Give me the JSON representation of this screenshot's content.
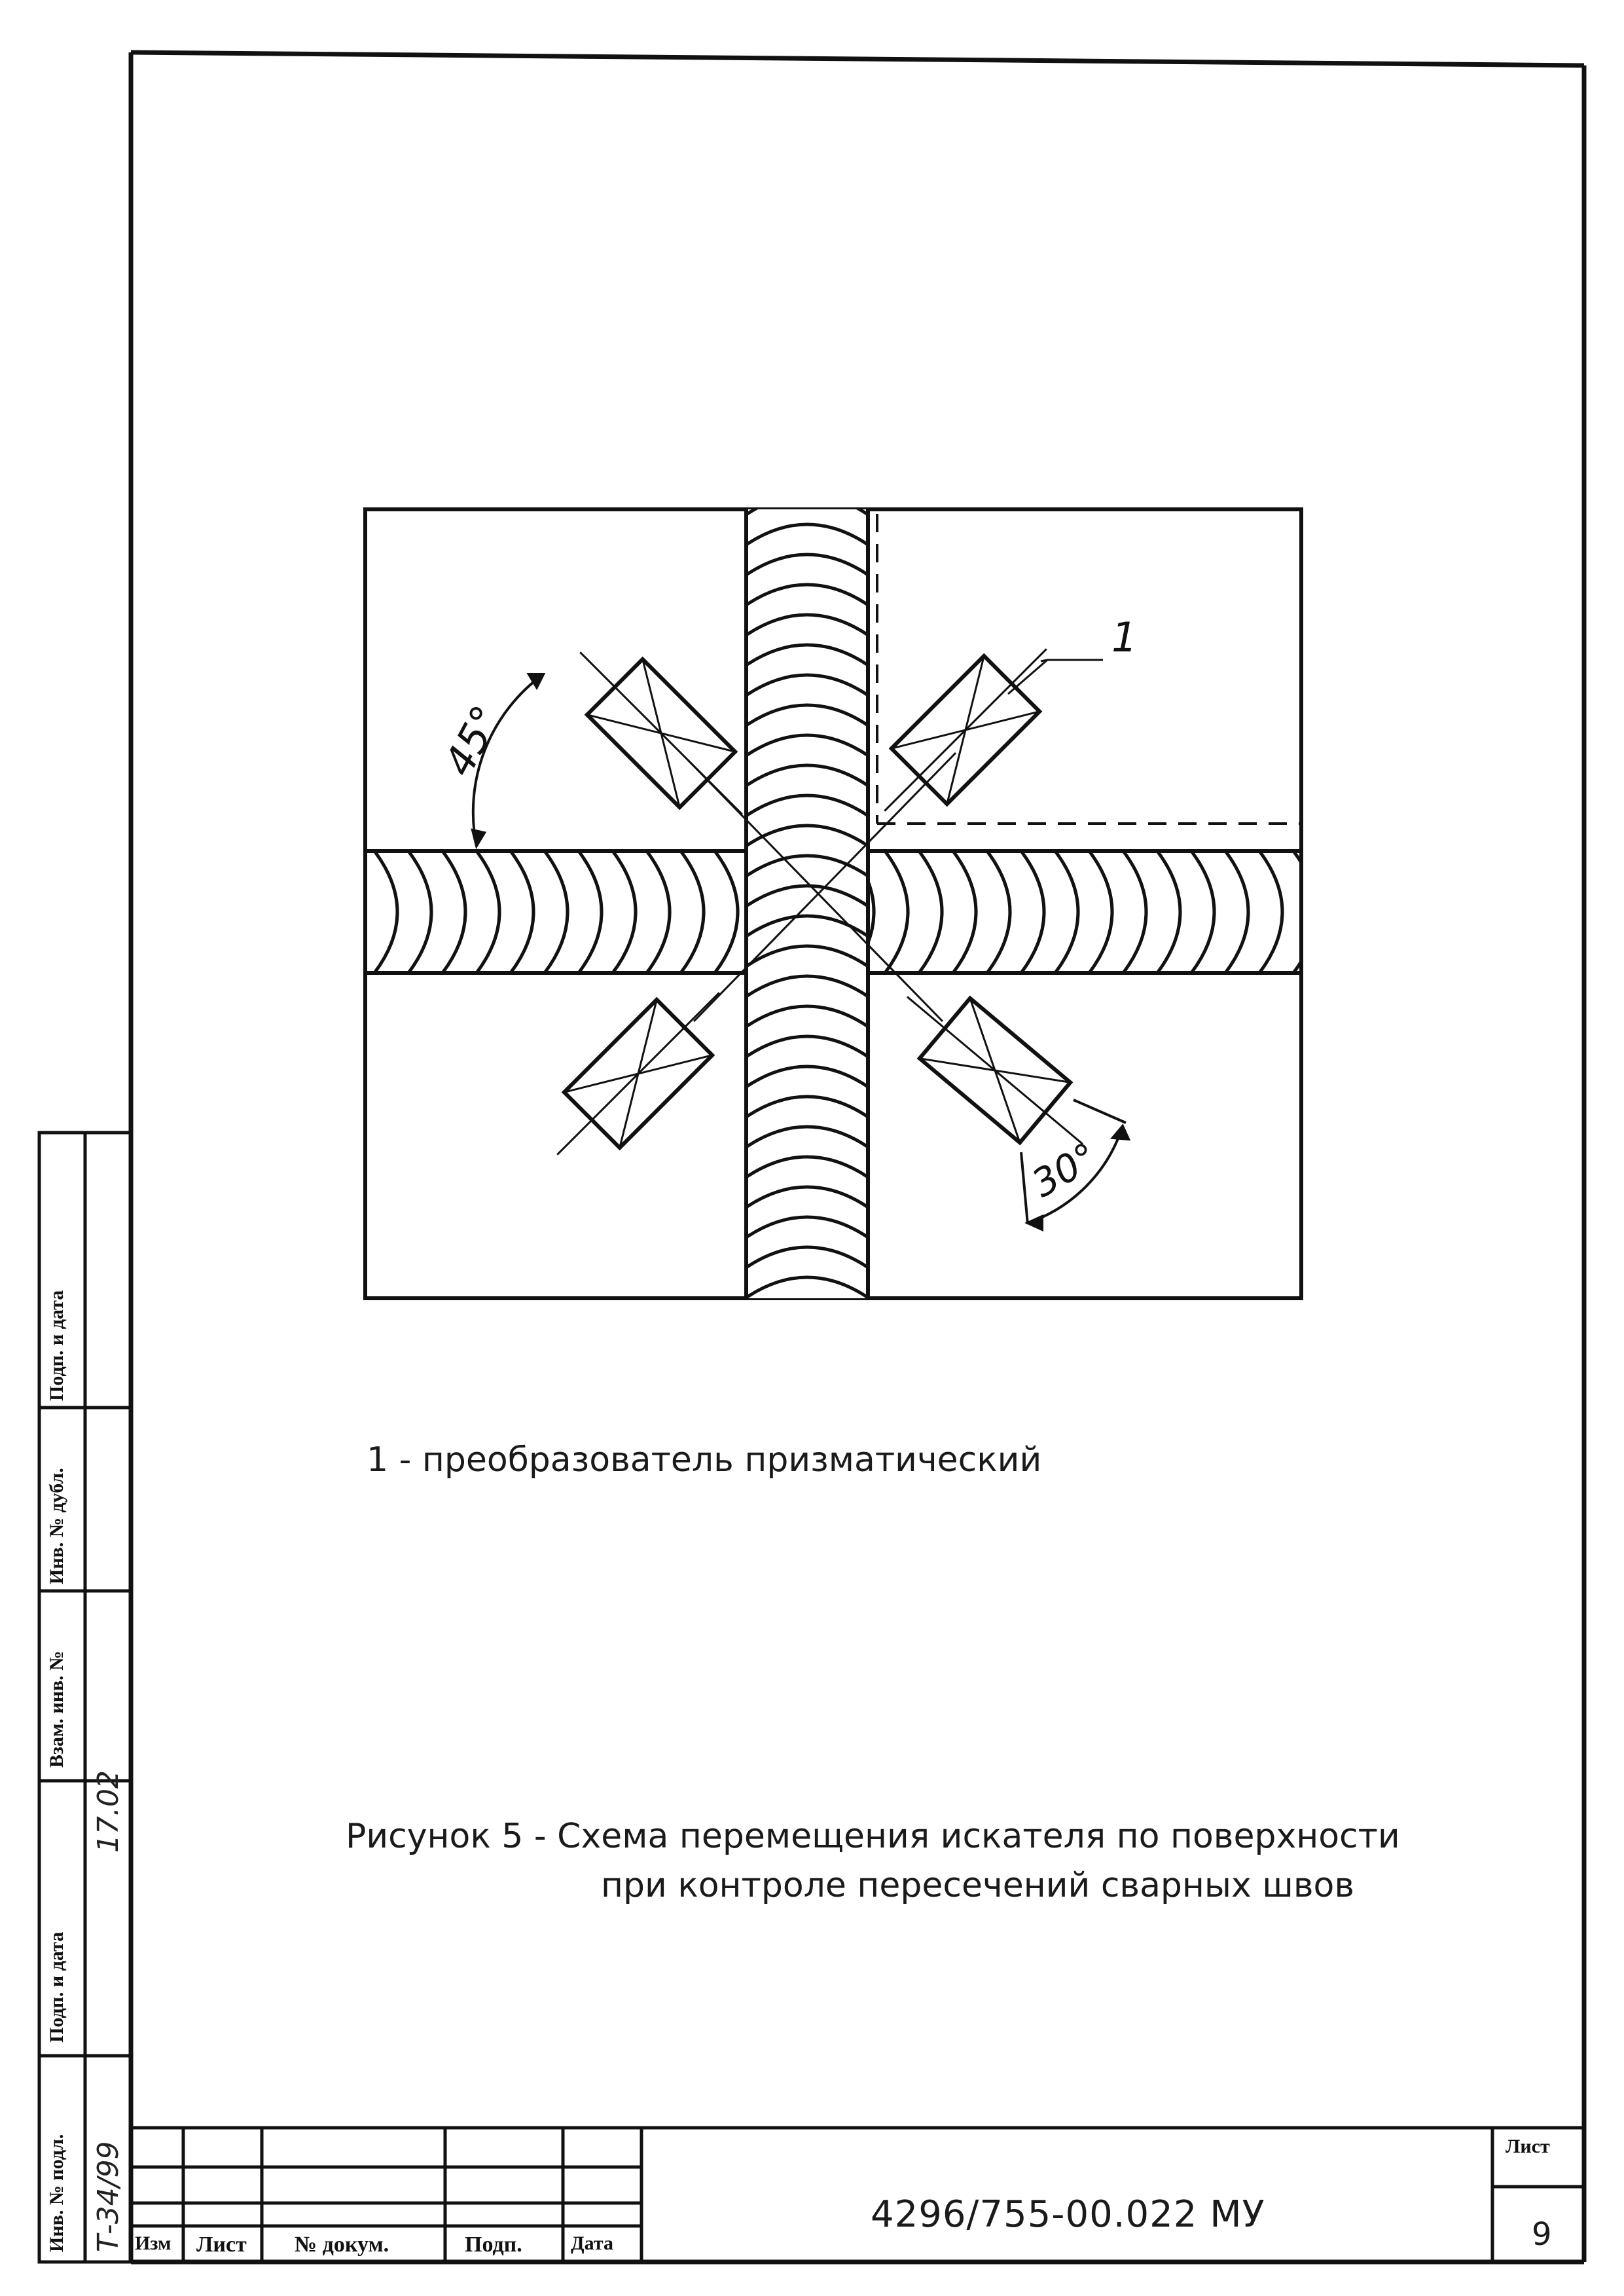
{
  "figure": {
    "label_1": "1",
    "angle_45": "45°",
    "angle_30": "30°"
  },
  "legend": "1 - преобразователь призматический",
  "caption": {
    "line1": "Рисунок 5 - Схема перемещения искателя по поверхности",
    "line2": "при контроле пересечений  сварных швов"
  },
  "title_block": {
    "doc_number": "4296/755-00.022 МУ",
    "sheet_label": "Лист",
    "sheet_number": "9",
    "col_izm": "Изм",
    "col_list": "Лист",
    "col_doc": "№ докум.",
    "col_sign": "Подп.",
    "col_date": "Дата"
  },
  "side_stamp": {
    "inv_podl": "Инв. № подл.",
    "podp_data_1": "Подп. и дата",
    "vzam_inv": "Взам. инв. №",
    "inv_dubl": "Инв. № дубл.",
    "podp_data_2": "Подп. и дата",
    "inv_value": "Т-34/99",
    "sign_date": "17.02"
  }
}
